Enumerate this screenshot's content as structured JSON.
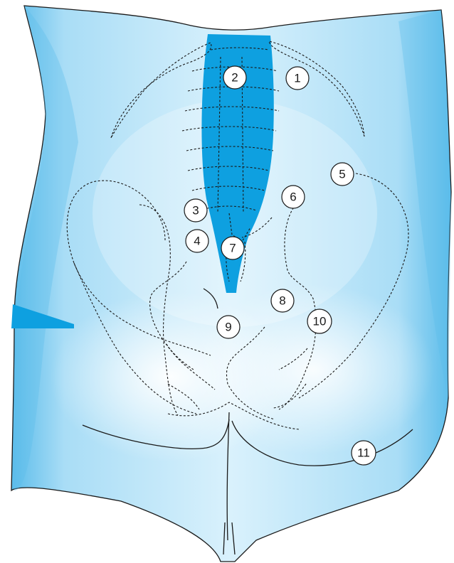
{
  "figure": {
    "colors": {
      "skin_light": "#d9f1fc",
      "skin_mid": "#a9ddf6",
      "skin_edge": "#5bbcea",
      "accent_band": "#0ea0e0",
      "outline": "#1a1a1a",
      "highlight": "#ffffff"
    },
    "callouts": [
      {
        "id": "1",
        "label": "1"
      },
      {
        "id": "2",
        "label": "2"
      },
      {
        "id": "3",
        "label": "3"
      },
      {
        "id": "4",
        "label": "4"
      },
      {
        "id": "5",
        "label": "5"
      },
      {
        "id": "6",
        "label": "6"
      },
      {
        "id": "7",
        "label": "7"
      },
      {
        "id": "8",
        "label": "8"
      },
      {
        "id": "9",
        "label": "9"
      },
      {
        "id": "10",
        "label": "10"
      },
      {
        "id": "11",
        "label": "11"
      }
    ]
  }
}
